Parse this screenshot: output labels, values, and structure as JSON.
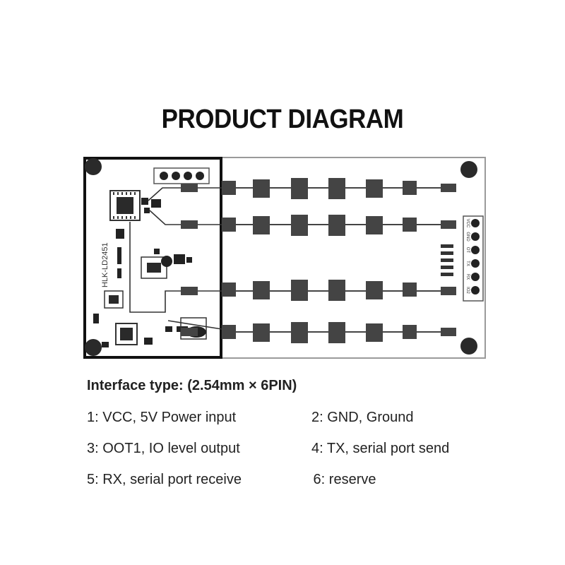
{
  "title": "PRODUCT DIAGRAM",
  "board": {
    "model_label": "HLK-LD2451",
    "pin_labels": [
      "VCC",
      "GND",
      "OT",
      "TX",
      "RX",
      "IO2"
    ]
  },
  "interface": {
    "heading": "Interface type: (2.54mm × 6PIN)",
    "pins": [
      "1: VCC, 5V Power input",
      "2: GND,  Ground",
      "3: OOT1, IO  level output",
      "4: TX, serial port send",
      "5: RX, serial port receive",
      " 6: reserve"
    ]
  }
}
